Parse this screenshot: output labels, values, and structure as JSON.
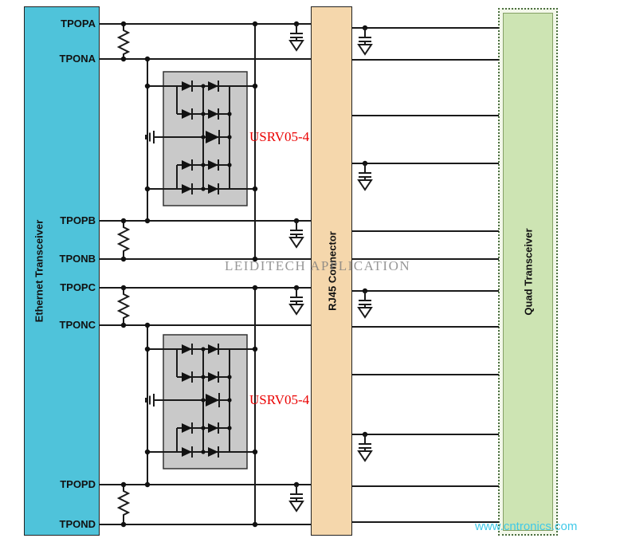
{
  "blocks": {
    "ethernet": {
      "label": "Ethernet Transceiver"
    },
    "rj45": {
      "label": "RJ45 Connector"
    },
    "quad": {
      "label": "Quad Transceiver"
    }
  },
  "pins": [
    {
      "label": "TPOPA"
    },
    {
      "label": "TPONA"
    },
    {
      "label": "TPOPB"
    },
    {
      "label": "TPONB"
    },
    {
      "label": "TPOPC"
    },
    {
      "label": "TPONC"
    },
    {
      "label": "TPOPD"
    },
    {
      "label": "TPOND"
    }
  ],
  "tvs_devices": [
    {
      "part_number": "USRV05-4"
    },
    {
      "part_number": "USRV05-4"
    }
  ],
  "annotations": {
    "watermark_center": "LEIDITECH APPLICATION",
    "watermark_corner": "www.cntronics.com"
  },
  "colors": {
    "ethernet_fill": "#4fc3da",
    "rj45_fill": "#f5d7ac",
    "quad_fill": "#cde4b3",
    "tvs_fill": "#c9c9c9",
    "wire": "#1a1a1a",
    "tvs_label": "#ea0000",
    "watermark_center": "#8a8a8a",
    "watermark_corner": "#3fc9e8"
  }
}
